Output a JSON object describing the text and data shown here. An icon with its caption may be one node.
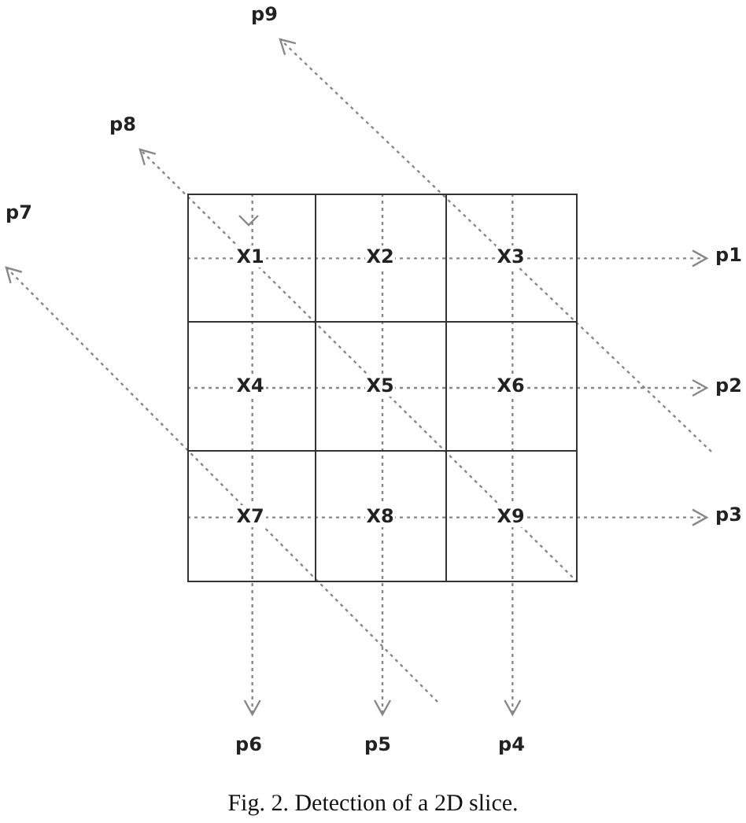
{
  "diagram": {
    "caption": "Fig. 2. Detection of a 2D slice.",
    "nodes": [
      {
        "text": [],
        "shape": "box"
      },
      {
        "text": [
          "p1"
        ]
      },
      {
        "text": [
          "p2"
        ]
      },
      {
        "text": [
          "p3"
        ]
      },
      {
        "text": [
          "p4"
        ]
      },
      {
        "text": [
          "p5"
        ]
      },
      {
        "text": [
          "p6"
        ]
      },
      {
        "text": [
          "p7"
        ]
      },
      {
        "text": [
          "p8"
        ]
      },
      {
        "text": [
          "p9"
        ]
      }
    ],
    "edges": [
      {
        "from": 0,
        "to": 1,
        "arrow": "to",
        "style": "dashed"
      },
      {
        "from": 0,
        "to": 2,
        "arrow": "to",
        "style": "dashed"
      },
      {
        "from": 0,
        "to": 3,
        "arrow": "to",
        "style": "dashed"
      },
      {
        "from": 0,
        "to": 4,
        "arrow": "to",
        "style": "dashed"
      },
      {
        "from": 0,
        "to": 5,
        "arrow": "to",
        "style": "dashed"
      },
      {
        "from": 0,
        "to": 6,
        "arrow": "to",
        "style": "dashed"
      },
      {
        "from": null,
        "to": 7,
        "arrow": "to",
        "style": "dashed"
      },
      {
        "from": 0,
        "to": 8,
        "arrow": "to",
        "style": "dashed"
      },
      {
        "from": null,
        "to": 9,
        "arrow": "to",
        "style": "dashed"
      }
    ],
    "labels": [
      "X1",
      "X2",
      "X3",
      "X4",
      "X5",
      "X6",
      "X7",
      "X8",
      "X9"
    ]
  }
}
